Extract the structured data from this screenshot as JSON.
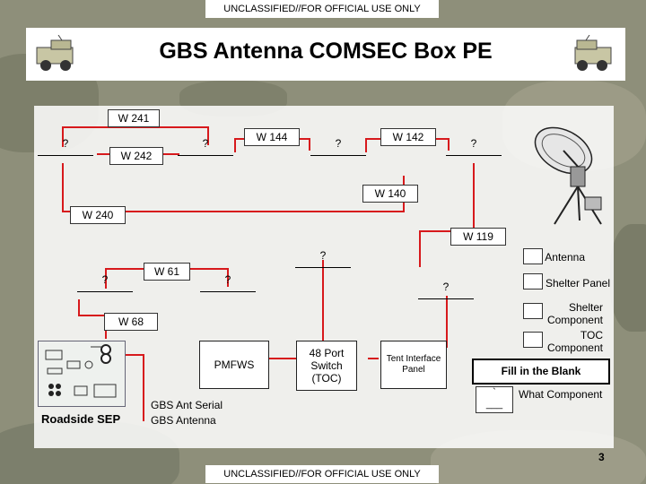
{
  "banner_top": "UNCLASSIFIED//FOR OFFICIAL USE ONLY",
  "banner_bottom": "UNCLASSIFIED//FOR OFFICIAL USE ONLY",
  "title": "GBS Antenna COMSEC Box PE",
  "cable_labels": {
    "w241": "W 241",
    "w242": "W 242",
    "w144": "W 144",
    "w142": "W 142",
    "w140": "W 140",
    "w240": "W 240",
    "w119": "W 119",
    "w61": "W 61",
    "w68": "W 68"
  },
  "unknown_mark": "?",
  "boxes": {
    "pmfws": "PMFWS",
    "switch": "48 Port Switch (TOC)",
    "tip": "Tent Interface Panel"
  },
  "legend": {
    "antenna": "Antenna",
    "shelter_panel": "Shelter Panel",
    "shelter_component": "Shelter Component",
    "toc_component": "TOC Component"
  },
  "roadside_sep": "Roadside SEP",
  "gbs_ant_serial": "GBS Ant Serial",
  "gbs_antenna": "GBS Antenna",
  "fill_in_blank": "Fill in the Blank",
  "what_component": "What Component",
  "page_number": "3",
  "colors": {
    "background": "#8e8f7a",
    "wire": "#d7191c",
    "panel": "#ffffff"
  },
  "icons": [
    "humvee-icon",
    "satellite-dish-icon"
  ]
}
